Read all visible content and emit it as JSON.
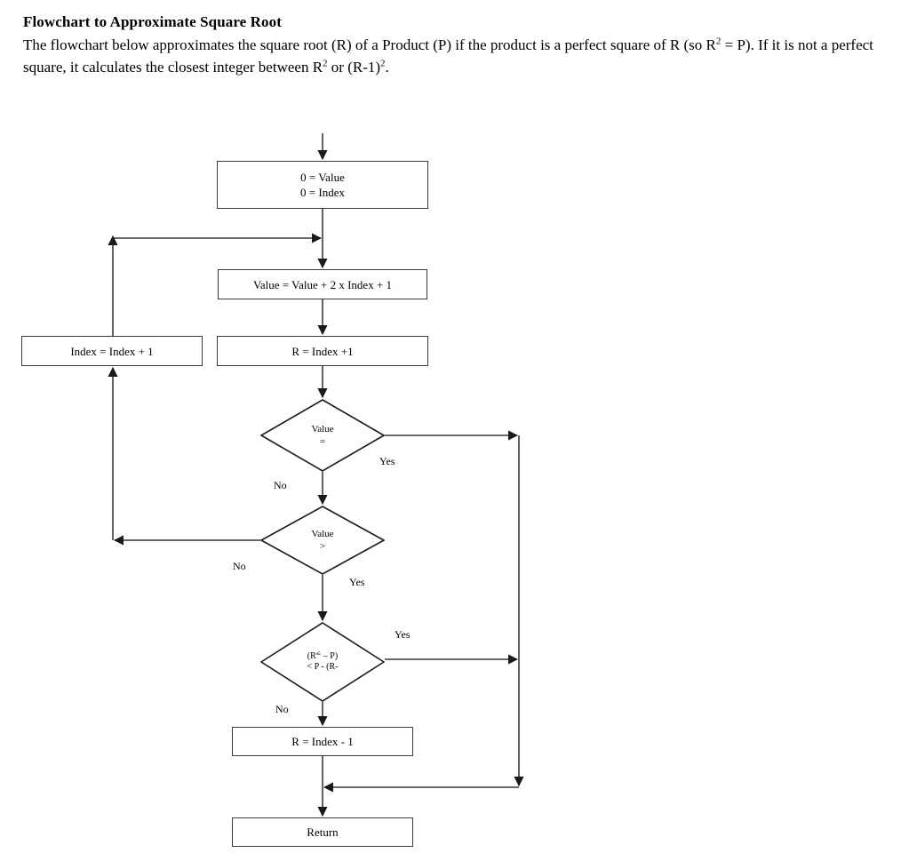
{
  "document": {
    "title": "Flowchart to Approximate Square Root",
    "description_line1": "The flowchart below approximates the square root (R) of a Product (P) if the product is a perfect square of",
    "description_line2_a": "R (so R",
    "description_line2_sup1": "2",
    "description_line2_b": " = P). If it is not a perfect square, it calculates the closest integer between R",
    "description_line2_sup2": "2",
    "description_line2_c": " or (R-1)",
    "description_line2_sup3": "2",
    "description_line2_d": "."
  },
  "flowchart": {
    "nodes": {
      "init": {
        "label": "0 = Value\n0 =  Index",
        "type": "process"
      },
      "value_update": {
        "label": "Value = Value + 2 x Index + 1",
        "type": "process"
      },
      "index_increment": {
        "label": "Index = Index  + 1",
        "type": "process"
      },
      "r_index_plus": {
        "label": "R = Index +1",
        "type": "process"
      },
      "decision_equal": {
        "label": "Value\n=",
        "type": "decision"
      },
      "decision_greater": {
        "label": "Value\n>",
        "type": "decision"
      },
      "decision_square": {
        "label": "(R2 – P)\n< P - (R-",
        "type": "decision"
      },
      "r_index_minus": {
        "label": "R = Index - 1",
        "type": "process"
      },
      "return": {
        "label": "Return",
        "type": "terminator"
      }
    },
    "edge_labels": {
      "equal_yes": "Yes",
      "equal_no": "No",
      "greater_no": "No",
      "greater_yes": "Yes",
      "square_yes": "Yes",
      "square_no": "No"
    },
    "colors": {
      "line": "#3a3a3a",
      "background": "#ffffff",
      "text": "#000000"
    }
  }
}
